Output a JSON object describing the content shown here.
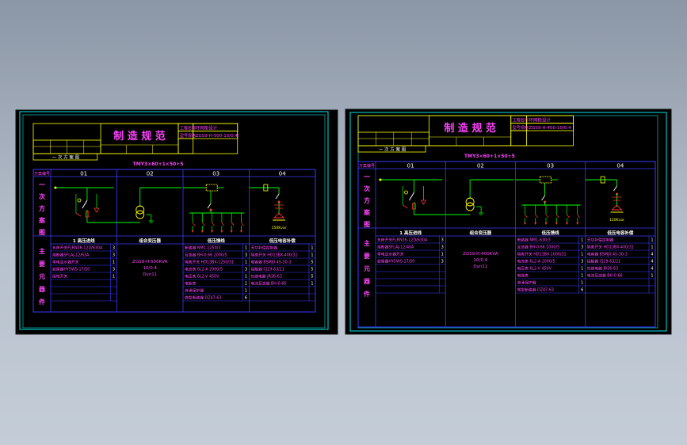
{
  "sheets": [
    {
      "title": "制 造 规 范",
      "model_code": "TMY3×60+1×50+5",
      "diagram_label": "一 次 方 案 图",
      "section_label": "主 要 元 器 件",
      "info_rows": [
        [
          "工程名称",
          "环网柜设计"
        ],
        [
          "型号规格",
          "ZGS9-H-500-10/0.4"
        ]
      ],
      "columns": [
        "01",
        "02",
        "03",
        "04"
      ],
      "col_titles": [
        "1 高压进线",
        "组合变压器",
        "低压馈线",
        "低压电容补偿"
      ],
      "corner_label": "方案编号",
      "side_label": "一次方案图",
      "col1_items": [
        [
          "负荷开关FLRN36-12D/630A",
          "3"
        ],
        [
          "熔断器SFLAJ-12/63A",
          "3"
        ],
        [
          "带电显示器开关",
          "1"
        ],
        [
          "避雷器HY5WS-17/50",
          "3"
        ],
        [
          "接地开关",
          "1"
        ]
      ],
      "col2_spec": [
        "ZGS9-H-500KVA",
        "10/0.4",
        "Dyn11"
      ],
      "col3_items": [
        [
          "断路器 NM1-1250/3",
          "1"
        ],
        [
          "互感器 BH-0.66 2000/5",
          "3"
        ],
        [
          "隔离开关 HD13BX-1250/31",
          "1"
        ],
        [
          "电流表 6L2-A 2000/5",
          "3"
        ],
        [
          "电压表 6L2-V 450V",
          "1"
        ],
        [
          "电能表",
          "1"
        ],
        [
          "浪涌保护器",
          "1"
        ],
        [
          "微型断路器 DZ47-63",
          "6"
        ]
      ],
      "col4_items": [
        [
          "无功补偿控制器",
          "1"
        ],
        [
          "隔离开关 HD13BX-400/31",
          "1"
        ],
        [
          "电容器 BSMJ0.45-30-3",
          "5"
        ],
        [
          "接触器 CJ19-63/21",
          "5"
        ],
        [
          "热继电器 JR36-63",
          "5"
        ],
        [
          "电流互感器 BH-0.66",
          "1"
        ]
      ],
      "cap_label": "150Kvar"
    },
    {
      "title": "制 造 规 范",
      "model_code": "TMY3×60+1×50+5",
      "diagram_label": "一 次 方 案 图",
      "section_label": "主 要 元 器 件",
      "info_rows": [
        [
          "工程名称",
          "环网柜设计"
        ],
        [
          "型号规格",
          "ZGS9-H-400-10/0.4"
        ]
      ],
      "columns": [
        "01",
        "02",
        "03",
        "04"
      ],
      "col_titles": [
        "1 高压进线",
        "组合变压器",
        "低压馈线",
        "低压电容补偿"
      ],
      "corner_label": "方案编号",
      "side_label": "一次方案图",
      "col1_items": [
        [
          "负荷开关FLRN36-12D/630A",
          "3"
        ],
        [
          "熔断器SFLAJ-12/40A",
          "3"
        ],
        [
          "带电显示器开关",
          "1"
        ],
        [
          "避雷器HY5WS-17/50",
          "3"
        ]
      ],
      "col2_spec": [
        "ZGS9-H-400KVA",
        "10/0.4",
        "Dyn11"
      ],
      "col3_items": [
        [
          "断路器 NM1-630/3",
          "1"
        ],
        [
          "互感器 BH-0.66 1000/5",
          "3"
        ],
        [
          "隔离开关 HD13BX-1000/31",
          "1"
        ],
        [
          "电流表 6L2-A 1000/5",
          "3"
        ],
        [
          "电压表 6L2-V 450V",
          "1"
        ],
        [
          "电能表",
          "1"
        ],
        [
          "浪涌保护器",
          "1"
        ],
        [
          "微型断路器 DZ47-63",
          "6"
        ]
      ],
      "col4_items": [
        [
          "无功补偿控制器",
          "1"
        ],
        [
          "隔离开关 HD13BX-400/31",
          "1"
        ],
        [
          "电容器 BSMJ0.45-30-3",
          "4"
        ],
        [
          "接触器 CJ19-63/21",
          "4"
        ],
        [
          "热继电器 JR36-63",
          "4"
        ],
        [
          "电流互感器 BH-0.66",
          "1"
        ]
      ],
      "cap_label": "120Kvar"
    }
  ],
  "colors": {
    "background": "#8b96a6",
    "sheet": "#000000",
    "border": "#00e5e5",
    "table": "#3a3aff",
    "text": "#ff44ff",
    "wire": "#00ff00",
    "title_frame": "#ffff00",
    "component": "#ff3030",
    "accent": "#ffffff"
  }
}
